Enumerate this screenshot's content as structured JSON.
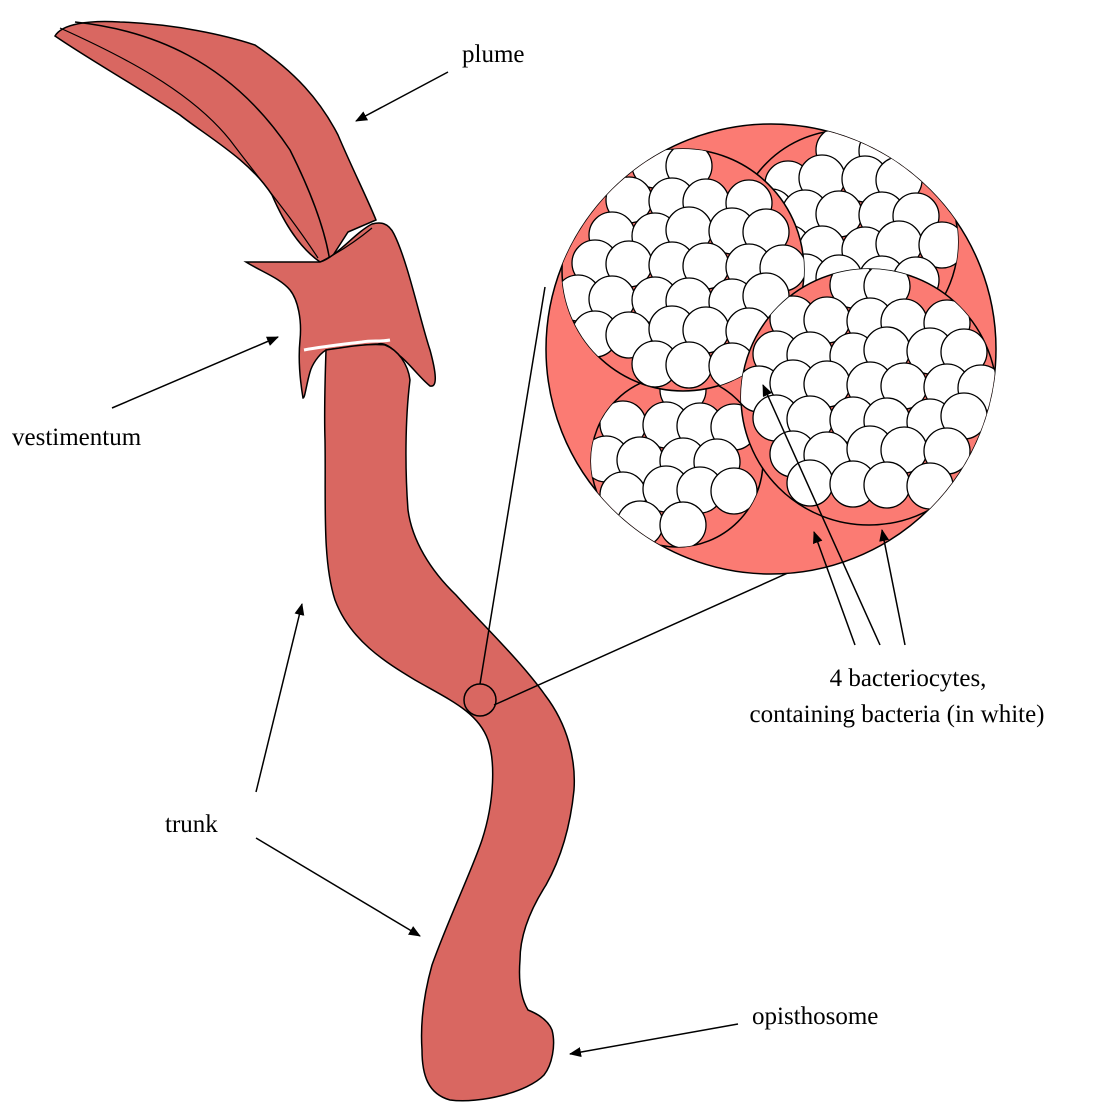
{
  "labels": {
    "plume": "plume",
    "vestimentum": "vestimentum",
    "trunk": "trunk",
    "opisthosome": "opisthosome",
    "bacteriocytes_line1": "4 bacteriocytes,",
    "bacteriocytes_line2": "containing bacteria (in white)"
  },
  "colors": {
    "worm_body": "#d96761",
    "cell_cluster": "#fb7b73",
    "bacteria": "#ffffff",
    "outline": "#000000"
  },
  "bacteriocyte_count": 4
}
